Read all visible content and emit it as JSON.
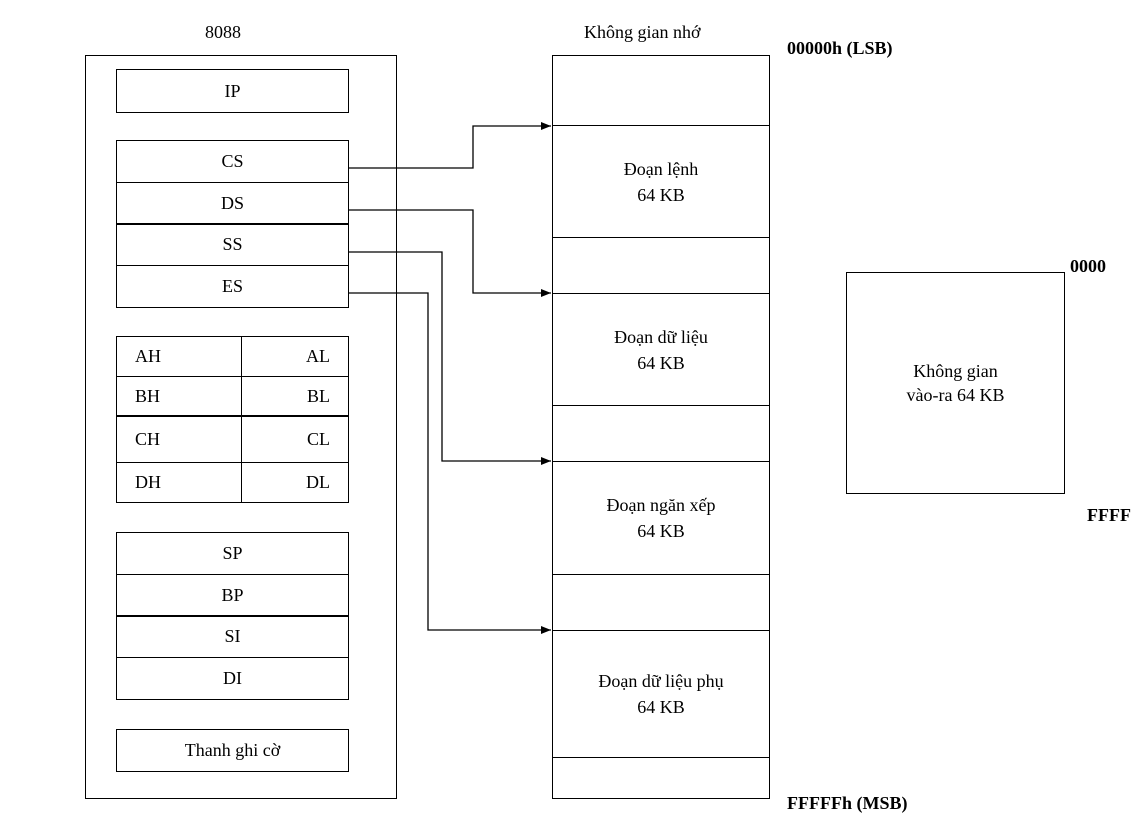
{
  "cpu": {
    "title": "8088",
    "ip": "IP",
    "segment_registers": [
      "CS",
      "DS",
      "SS",
      "ES"
    ],
    "general_registers": [
      {
        "high": "AH",
        "low": "AL"
      },
      {
        "high": "BH",
        "low": "BL"
      },
      {
        "high": "CH",
        "low": "CL"
      },
      {
        "high": "DH",
        "low": "DL"
      }
    ],
    "pointer_index_registers": [
      "SP",
      "BP",
      "SI",
      "DI"
    ],
    "flags": "Thanh ghi cờ"
  },
  "memory": {
    "title": "Không gian nhớ",
    "start_address": "00000h (LSB)",
    "end_address": "FFFFFh (MSB)",
    "segments": [
      {
        "name": "Đoạn lệnh",
        "size": "64 KB"
      },
      {
        "name": "Đoạn dữ liệu",
        "size": "64 KB"
      },
      {
        "name": "Đoạn ngăn xếp",
        "size": "64 KB"
      },
      {
        "name": "Đoạn dữ liệu phụ",
        "size": "64 KB"
      }
    ]
  },
  "io": {
    "line1": "Không gian",
    "line2": "vào-ra 64 KB",
    "start_address": "0000",
    "end_address": "FFFF"
  },
  "links": [
    {
      "from": "CS",
      "to": "Đoạn lệnh"
    },
    {
      "from": "DS",
      "to": "Đoạn dữ liệu"
    },
    {
      "from": "SS",
      "to": "Đoạn ngăn xếp"
    },
    {
      "from": "ES",
      "to": "Đoạn dữ liệu phụ"
    }
  ]
}
